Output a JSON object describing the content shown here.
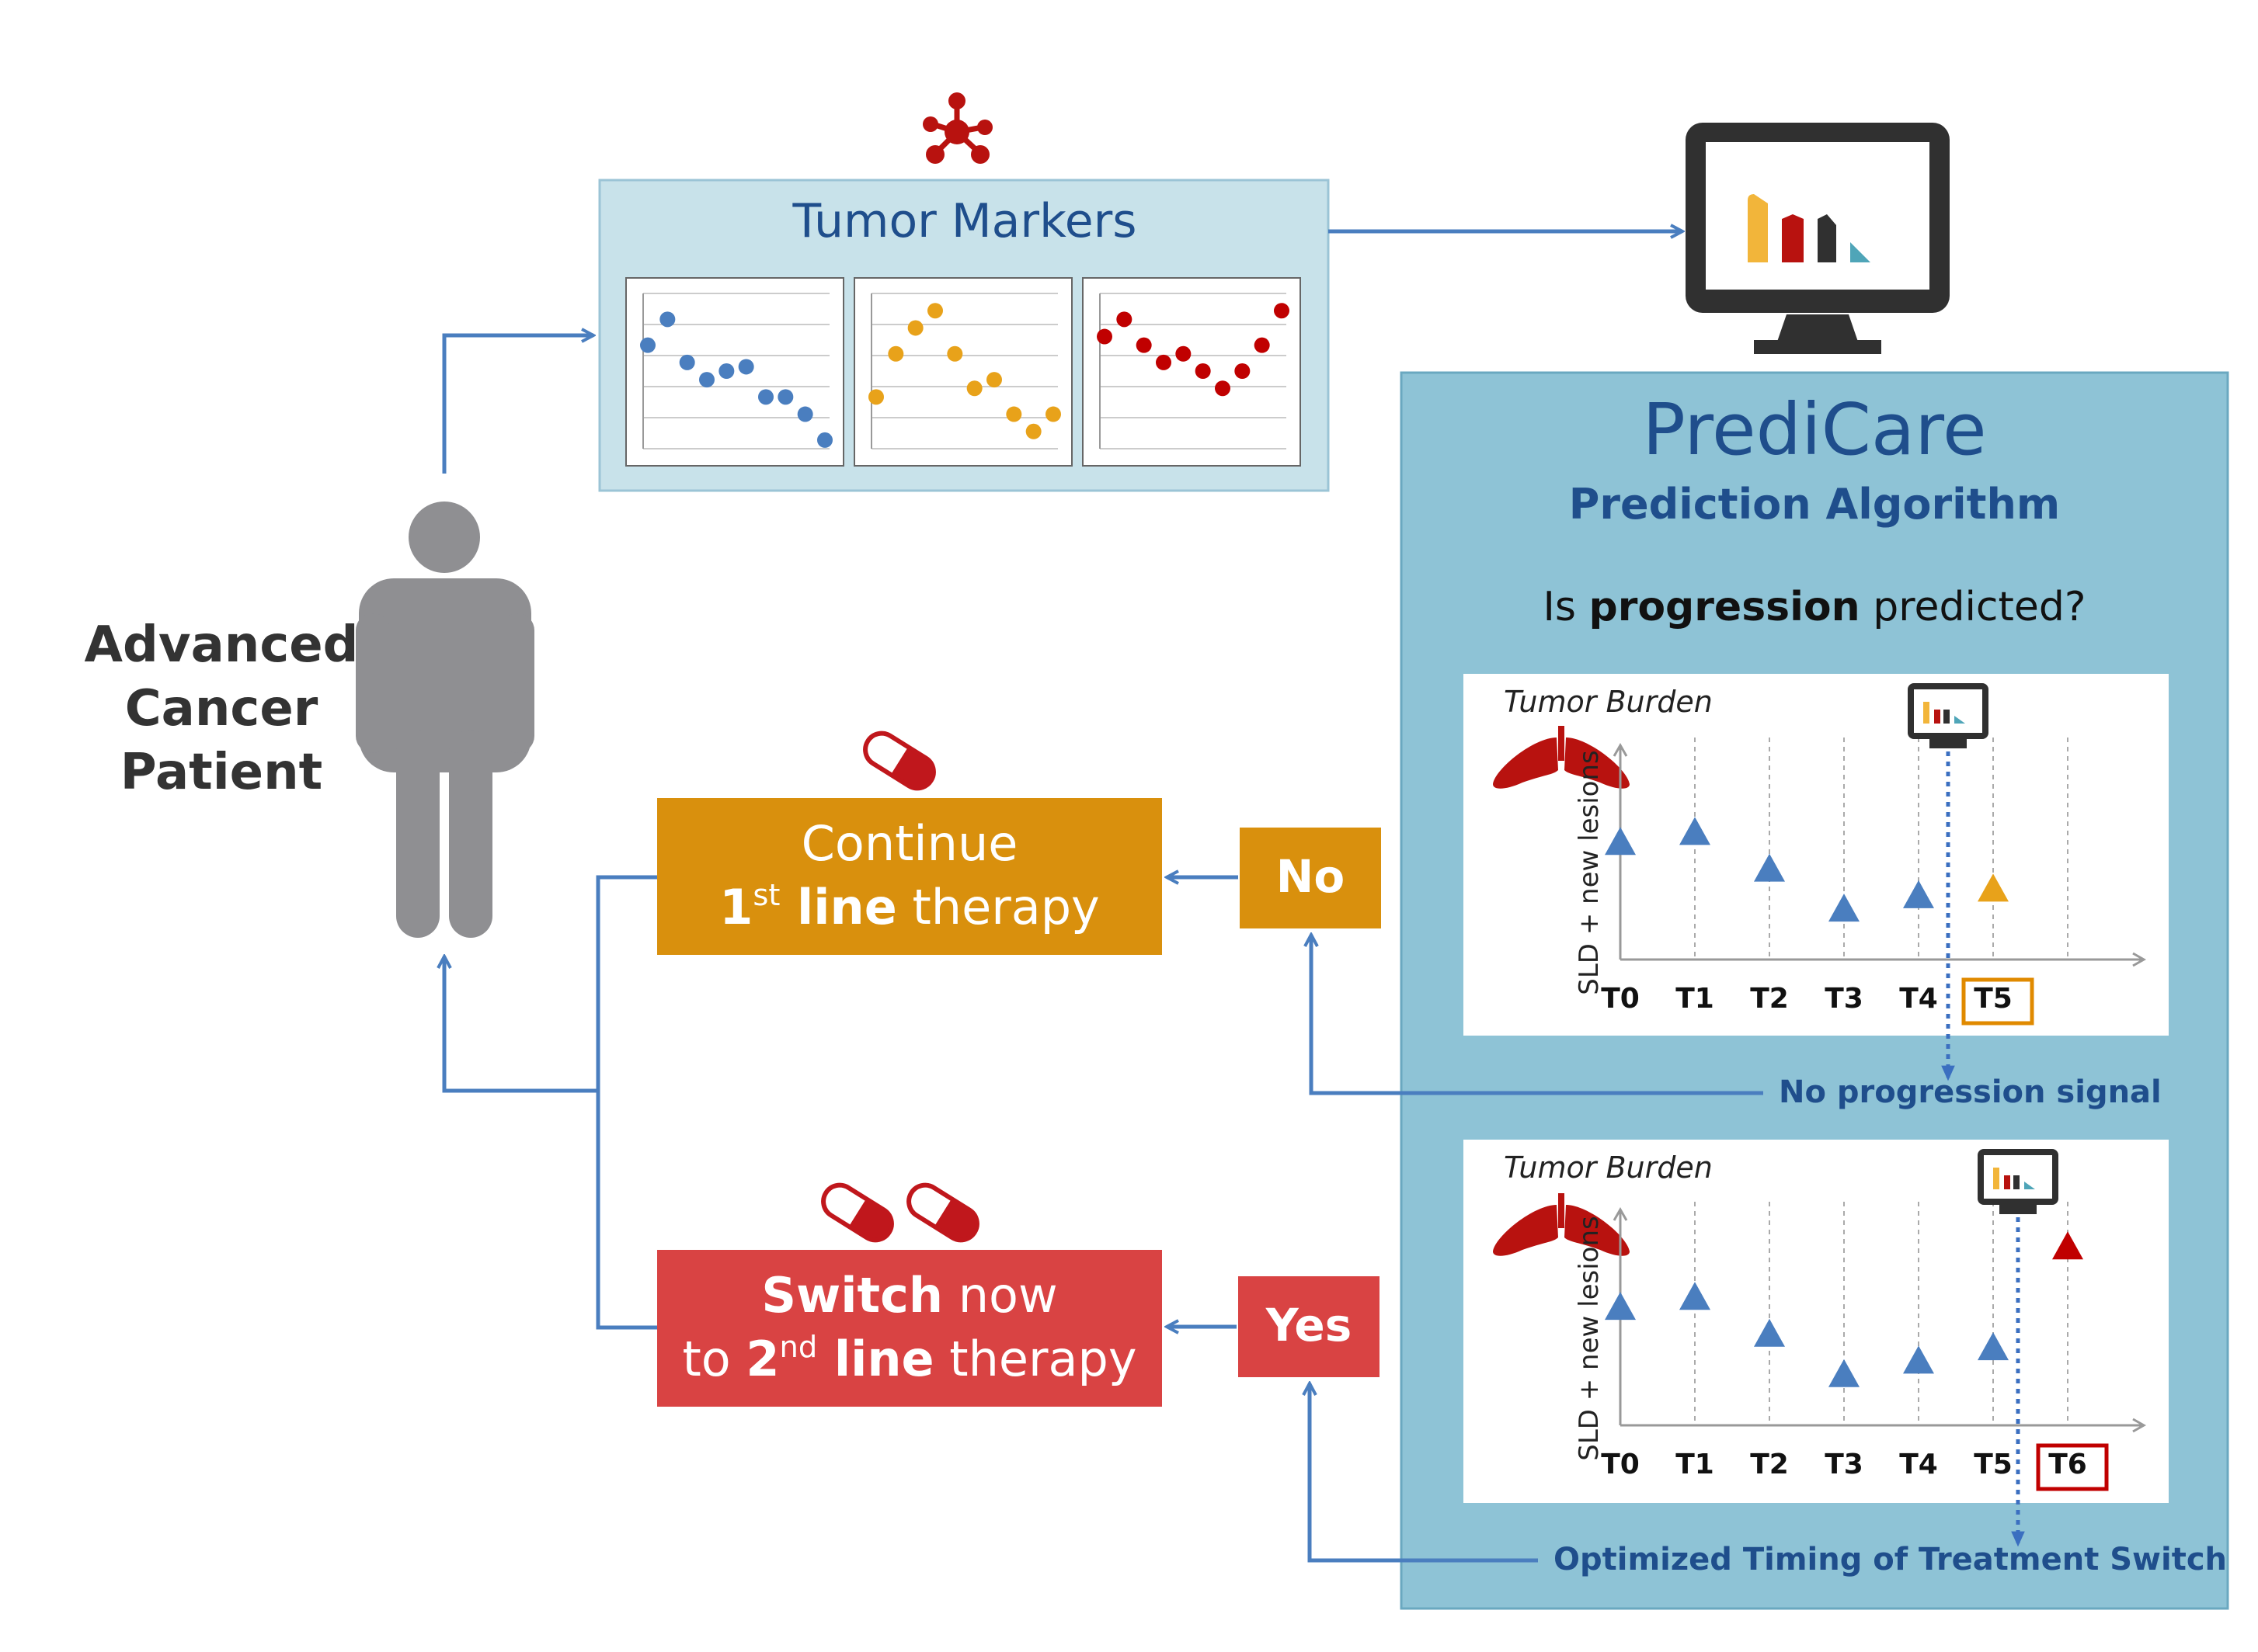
{
  "patient": {
    "label_lines": [
      "Advanced",
      "Cancer",
      "Patient"
    ]
  },
  "tumor_markers": {
    "title": "Tumor Markers",
    "colors": [
      "#4a7ebf",
      "#e8a21a",
      "#c00000"
    ],
    "series": [
      {
        "name": "",
        "values": [
          10,
          13,
          8,
          6,
          7,
          7.5,
          4,
          4,
          2,
          -1
        ]
      },
      {
        "name": "",
        "values": [
          4,
          9,
          12,
          14,
          9,
          5,
          6,
          2,
          0,
          2
        ]
      },
      {
        "name": "",
        "values": [
          11,
          13,
          10,
          8,
          9,
          7,
          5,
          7,
          10,
          14
        ]
      }
    ]
  },
  "predicare": {
    "title": "PrediCare",
    "subtitle": "Prediction Algorithm",
    "question_prefix": "Is ",
    "question_bold": "progression",
    "question_suffix": " predicted?"
  },
  "chart_data": [
    {
      "type": "scatter",
      "title": "Tumor Burden",
      "ylabel": "SLD + new lesions",
      "categories": [
        "T0",
        "T1",
        "T2",
        "T3",
        "T4",
        "T5"
      ],
      "highlighted_tick": "T5",
      "highlight_color": "#e08a00",
      "values": [
        3,
        3.3,
        2.2,
        1,
        1.4,
        1.6
      ],
      "point_colors": [
        "#4a7ebf",
        "#4a7ebf",
        "#4a7ebf",
        "#4a7ebf",
        "#4a7ebf",
        "#e8a21a"
      ],
      "signal_label": "No progression signal"
    },
    {
      "type": "scatter",
      "title": "Tumor Burden",
      "ylabel": "SLD + new lesions",
      "categories": [
        "T0",
        "T1",
        "T2",
        "T3",
        "T4",
        "T5",
        "T6"
      ],
      "highlighted_tick": "T6",
      "highlight_color": "#c00000",
      "values": [
        3,
        3.3,
        2.2,
        1,
        1.4,
        1.8,
        4.8
      ],
      "point_colors": [
        "#4a7ebf",
        "#4a7ebf",
        "#4a7ebf",
        "#4a7ebf",
        "#4a7ebf",
        "#4a7ebf",
        "#c00000"
      ],
      "signal_label": "Optimized Timing of Treatment Switch"
    }
  ],
  "decisions": {
    "no_label": "No",
    "yes_label": "Yes",
    "continue_line1": "Continue",
    "continue_ord": "1",
    "continue_sup": "st",
    "continue_bold": " line",
    "continue_rest": " therapy",
    "switch_bold1": "Switch",
    "switch_rest1": " now",
    "switch_pre2": "to ",
    "switch_ord": "2",
    "switch_sup": "nd",
    "switch_bold2": " line",
    "switch_rest2": " therapy"
  },
  "colors": {
    "arrow": "#4a7ebf",
    "markers_bg": "#c8e2ea",
    "predicare_bg": "#8ec3d6",
    "continue_box": "#d9900d",
    "switch_box": "#d94343",
    "title_blue": "#1f4e8c",
    "yellow": "#f2b53a",
    "dark_red": "#b8120f",
    "dark_grey": "#303030",
    "teal": "#4fa5b8"
  }
}
